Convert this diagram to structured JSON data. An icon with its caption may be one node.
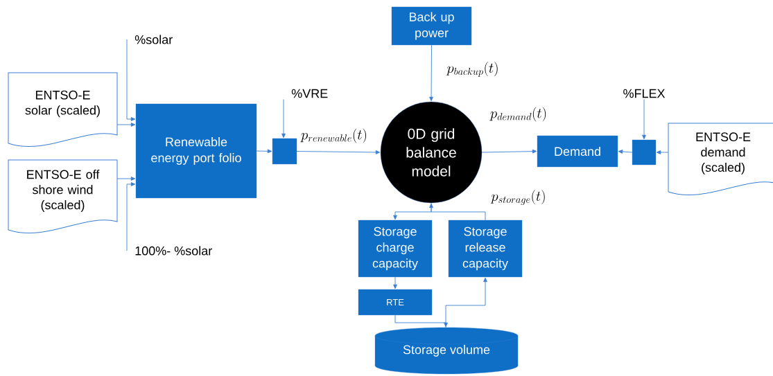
{
  "diagram": {
    "nodes": [
      {
        "text": [
          "ENTSO-E solar (scaled)"
        ]
      },
      {
        "text": [
          "ENTSO-E off shore wind (scaled)"
        ]
      },
      {
        "text": [
          "Renewable energy port folio"
        ]
      },
      {
        "text": [
          "%solar"
        ]
      },
      {
        "text": [
          "100%- %solar"
        ]
      },
      {
        "text": [],
        "shape": "box"
      },
      {
        "text": [
          "%VRE"
        ]
      },
      {
        "text": [
          "Back up power"
        ]
      },
      {
        "text": [
          "0D grid balance model"
        ]
      },
      {
        "text": [
          "Demand"
        ]
      },
      {
        "text": [],
        "shape": "box"
      },
      {
        "text": [
          "%FLEX"
        ]
      },
      {
        "text": [
          "ENTSO-E demand (scaled)"
        ]
      },
      {
        "text": [
          "Storage charge capacity"
        ]
      },
      {
        "text": [
          "Storage release capacity"
        ]
      },
      {
        "text": [
          "RTE"
        ]
      },
      {
        "text": [
          "Storage volume"
        ]
      }
    ],
    "edges": [
      {
        "from": 0,
        "to": 2,
        "arrow": "to"
      },
      {
        "from": 1,
        "to": 2,
        "arrow": "to"
      },
      {
        "from": 3,
        "to": 2,
        "arrow": "to"
      },
      {
        "from": 4,
        "to": 2,
        "arrow": "to"
      },
      {
        "from": 2,
        "to": 5,
        "arrow": "to"
      },
      {
        "from": 6,
        "to": 5,
        "arrow": "to"
      },
      {
        "from": 5,
        "to": 8,
        "arrow": "to",
        "label": "p_{renewable}(t)"
      },
      {
        "from": 7,
        "to": 8,
        "arrow": "to",
        "label": "p_{backup}(t)"
      },
      {
        "from": 8,
        "to": 9,
        "arrow": "to",
        "label": "p_{demand}(t)"
      },
      {
        "from": 10,
        "to": 9,
        "arrow": "to"
      },
      {
        "from": 12,
        "to": 10,
        "arrow": "to"
      },
      {
        "from": 11,
        "to": 10,
        "arrow": "to"
      },
      {
        "from": 8,
        "to": 13,
        "arrow": "to"
      },
      {
        "from": 14,
        "to": 8,
        "arrow": "to",
        "label": "p_{storage}(t)"
      },
      {
        "from": 13,
        "to": 15,
        "arrow": "to"
      },
      {
        "from": 15,
        "to": 16,
        "arrow": "to"
      },
      {
        "from": 16,
        "to": 14,
        "arrow": "to"
      }
    ]
  }
}
